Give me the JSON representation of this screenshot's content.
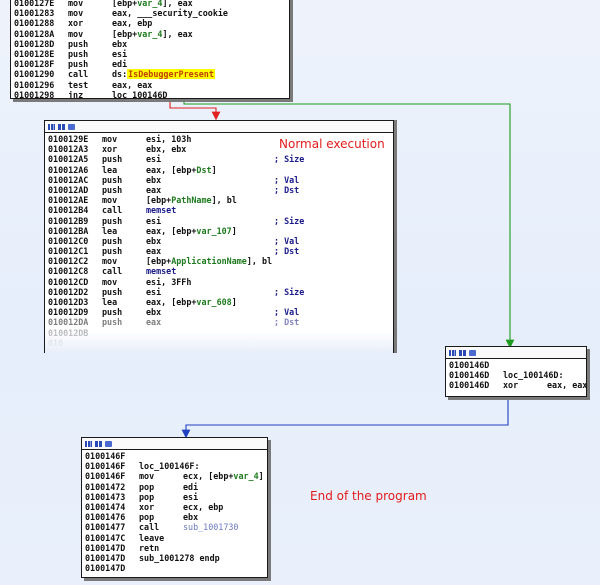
{
  "annotations": {
    "normal_execution": "Normal execution",
    "end_of_program": "End of the program"
  },
  "colors": {
    "false_edge": "#e02020",
    "true_edge": "#1e9a1e",
    "jump_edge": "#2040c0",
    "highlight_oval": "#e02020",
    "label_green": "#1e7a1e"
  },
  "block1": {
    "lines": [
      {
        "addr": "0100127E",
        "mn": "mov",
        "ops": "[ebp+var_4], eax"
      },
      {
        "addr": "01001283",
        "mn": "mov",
        "ops": "eax, ___security_cookie"
      },
      {
        "addr": "01001288",
        "mn": "xor",
        "ops": "eax, ebp"
      },
      {
        "addr": "0100128A",
        "mn": "mov",
        "ops": "[ebp+var_4], eax"
      },
      {
        "addr": "0100128D",
        "mn": "push",
        "ops": "ebx"
      },
      {
        "addr": "0100128E",
        "mn": "push",
        "ops": "esi"
      },
      {
        "addr": "0100128F",
        "mn": "push",
        "ops": "edi"
      },
      {
        "addr": "01001290",
        "mn": "call",
        "ops_prefix": "ds:",
        "ops_hl": "IsDebuggerPresent"
      },
      {
        "addr": "01001296",
        "mn": "test",
        "ops": "eax, eax"
      },
      {
        "addr": "01001298",
        "mn": "jnz",
        "ops": "loc_100146D"
      }
    ]
  },
  "block2": {
    "lines": [
      {
        "addr": "0100129E",
        "mn": "mov",
        "ops": "esi, 103h"
      },
      {
        "addr": "010012A3",
        "mn": "xor",
        "ops": "ebx, ebx"
      },
      {
        "addr": "010012A5",
        "mn": "push",
        "ops": "esi",
        "cmt": "; Size"
      },
      {
        "addr": "010012A6",
        "mn": "lea",
        "ops": "eax, [ebp+Dst]"
      },
      {
        "addr": "010012AC",
        "mn": "push",
        "ops": "ebx",
        "cmt": "; Val"
      },
      {
        "addr": "010012AD",
        "mn": "push",
        "ops": "eax",
        "cmt": "; Dst"
      },
      {
        "addr": "010012AE",
        "mn": "mov",
        "ops": "[ebp+PathName], bl"
      },
      {
        "addr": "010012B4",
        "mn": "call",
        "ops": "memset"
      },
      {
        "addr": "010012B9",
        "mn": "push",
        "ops": "esi",
        "cmt": "; Size"
      },
      {
        "addr": "010012BA",
        "mn": "lea",
        "ops": "eax, [ebp+var_107]"
      },
      {
        "addr": "010012C0",
        "mn": "push",
        "ops": "ebx",
        "cmt": "; Val"
      },
      {
        "addr": "010012C1",
        "mn": "push",
        "ops": "eax",
        "cmt": "; Dst"
      },
      {
        "addr": "010012C2",
        "mn": "mov",
        "ops": "[ebp+ApplicationName], bl"
      },
      {
        "addr": "010012C8",
        "mn": "call",
        "ops": "memset"
      },
      {
        "addr": "010012CD",
        "mn": "mov",
        "ops": "esi, 3FFh"
      },
      {
        "addr": "010012D2",
        "mn": "push",
        "ops": "esi",
        "cmt": "; Size"
      },
      {
        "addr": "010012D3",
        "mn": "lea",
        "ops": "eax, [ebp+var_608]"
      },
      {
        "addr": "010012D9",
        "mn": "push",
        "ops": "ebx",
        "cmt": "; Val"
      },
      {
        "addr": "010012DA",
        "mn": "push",
        "ops": "eax",
        "cmt": "; Dst"
      },
      {
        "addr": "010012DB",
        "mn": "",
        "ops": ""
      },
      {
        "addr": "010",
        "mn": "",
        "ops": ""
      }
    ]
  },
  "block3": {
    "lines": [
      {
        "addr": "0100146D",
        "mn": "",
        "ops": ""
      },
      {
        "addr": "0100146D",
        "mn": "loc_100146D:",
        "ops": ""
      },
      {
        "addr": "0100146D",
        "mn": "xor",
        "ops": "eax, eax"
      }
    ]
  },
  "block4": {
    "lines": [
      {
        "addr": "0100146F",
        "mn": "",
        "ops": ""
      },
      {
        "addr": "0100146F",
        "mn": "loc_100146F:",
        "ops": ""
      },
      {
        "addr": "0100146F",
        "mn": "mov",
        "ops": "ecx, [ebp+var_4]"
      },
      {
        "addr": "01001472",
        "mn": "pop",
        "ops": "edi"
      },
      {
        "addr": "01001473",
        "mn": "pop",
        "ops": "esi"
      },
      {
        "addr": "01001474",
        "mn": "xor",
        "ops": "ecx, ebp"
      },
      {
        "addr": "01001476",
        "mn": "pop",
        "ops": "ebx"
      },
      {
        "addr": "01001477",
        "mn": "call",
        "ops": "sub_1001730"
      },
      {
        "addr": "0100147C",
        "mn": "leave",
        "ops": ""
      },
      {
        "addr": "0100147D",
        "mn": "retn",
        "ops": ""
      },
      {
        "addr": "0100147D",
        "mn": "sub_1001278 endp",
        "ops": ""
      },
      {
        "addr": "0100147D",
        "mn": "",
        "ops": ""
      }
    ]
  }
}
